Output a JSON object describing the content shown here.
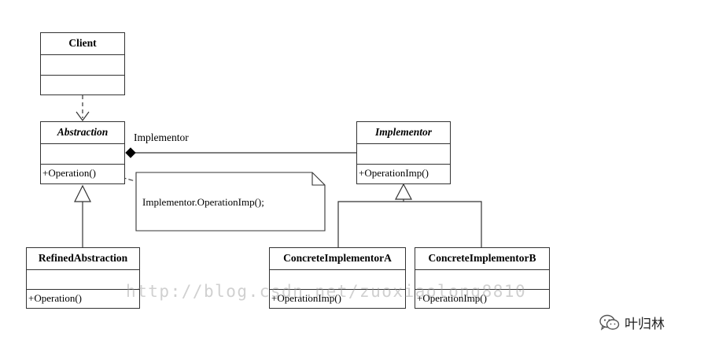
{
  "diagram": {
    "classes": {
      "client": {
        "name": "Client",
        "abstract": false,
        "operations": []
      },
      "abstraction": {
        "name": "Abstraction",
        "abstract": true,
        "operations": [
          "+Operation()"
        ]
      },
      "implementor": {
        "name": "Implementor",
        "abstract": true,
        "operations": [
          "+OperationImp()"
        ]
      },
      "refined": {
        "name": "RefinedAbstraction",
        "abstract": false,
        "operations": [
          "+Operation()"
        ]
      },
      "concreteA": {
        "name": "ConcreteImplementorA",
        "abstract": false,
        "operations": [
          "+OperationImp()"
        ]
      },
      "concreteB": {
        "name": "ConcreteImplementorB",
        "abstract": false,
        "operations": [
          "+OperationImp()"
        ]
      }
    },
    "association_label": "Implementor",
    "note_text": "Implementor.OperationImp();"
  },
  "watermark": "http://blog.csdn.net/zuoxiaolong8810",
  "brand": {
    "name": "叶归林",
    "icon": "wechat-icon"
  },
  "colors": {
    "line": "#333333",
    "background": "#ffffff",
    "watermark": "#969696"
  }
}
